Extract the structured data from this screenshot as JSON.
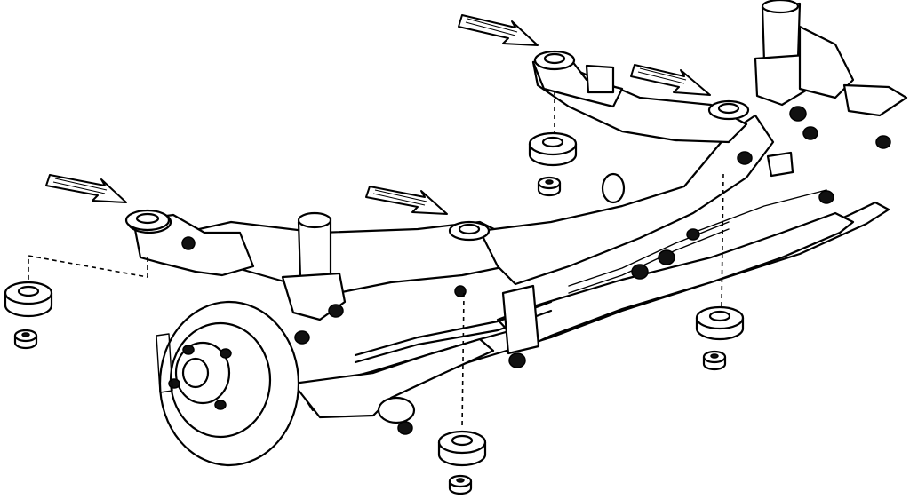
{
  "figure": {
    "subject": "rear-suspension-subframe-assembly",
    "indicator_arrows": 4,
    "mount_points": 4,
    "exploded_parts_per_mount": [
      "insulator-bushing",
      "flange-nut"
    ]
  }
}
